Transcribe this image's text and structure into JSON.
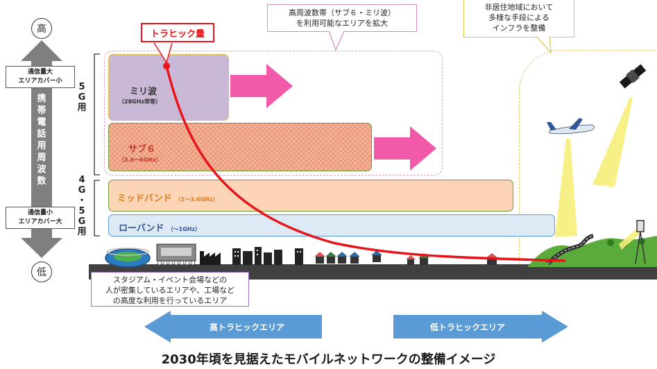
{
  "axis": {
    "high": "高",
    "low": "低",
    "top_box": [
      "通信量大",
      "エリアカバー小"
    ],
    "bottom_box": [
      "通信量小",
      "エリアカバー大"
    ],
    "vertical_chars": [
      "携",
      "帯",
      "電",
      "話",
      "用",
      "周",
      "波",
      "数"
    ]
  },
  "generations": {
    "g5": [
      "5",
      "G",
      "用"
    ],
    "g45": [
      "4",
      "G",
      "・",
      "5",
      "G",
      "用"
    ]
  },
  "bands": {
    "mmwave": {
      "name": "ミリ波",
      "freq": "（28GHz帯等）"
    },
    "sub6": {
      "name": "サブ６",
      "freq": "（3.6～6GHz）"
    },
    "mid": {
      "name": "ミッドバンド",
      "freq": "（1～3.6GHz）"
    },
    "low": {
      "name": "ローバンド",
      "freq": "（～1GHz）"
    }
  },
  "traffic_label": "トラヒック量",
  "callouts": {
    "expand": [
      "高周波数帯（サブ６・ミリ波）",
      "を利用可能なエリアを拡大"
    ],
    "nonresidential": [
      "非居住地域において",
      "多様な手段による",
      "インフラを整備"
    ],
    "stadium": [
      "スタジアム・イベント会場などの",
      "人が密集しているエリアや、工場など",
      "の高度な利用を行っているエリア"
    ]
  },
  "area_arrows": {
    "high": "高トラヒックエリア",
    "low": "低トラヒックエリア"
  },
  "caption": "2030年頃を見据えたモバイルネットワークの整備イメージ",
  "colors": {
    "axis_grey": "#7f7f7f",
    "traffic_red": "#e8141b",
    "pink_arrow": "#f05aa8",
    "blue_arrow": "#5b9bd5",
    "mmwave_fill": "#c9b8d6",
    "sub6_fill": "#f3b79a",
    "mid_fill": "#fbd5b5",
    "low_fill": "#dde9f5",
    "ground": "#404040"
  }
}
